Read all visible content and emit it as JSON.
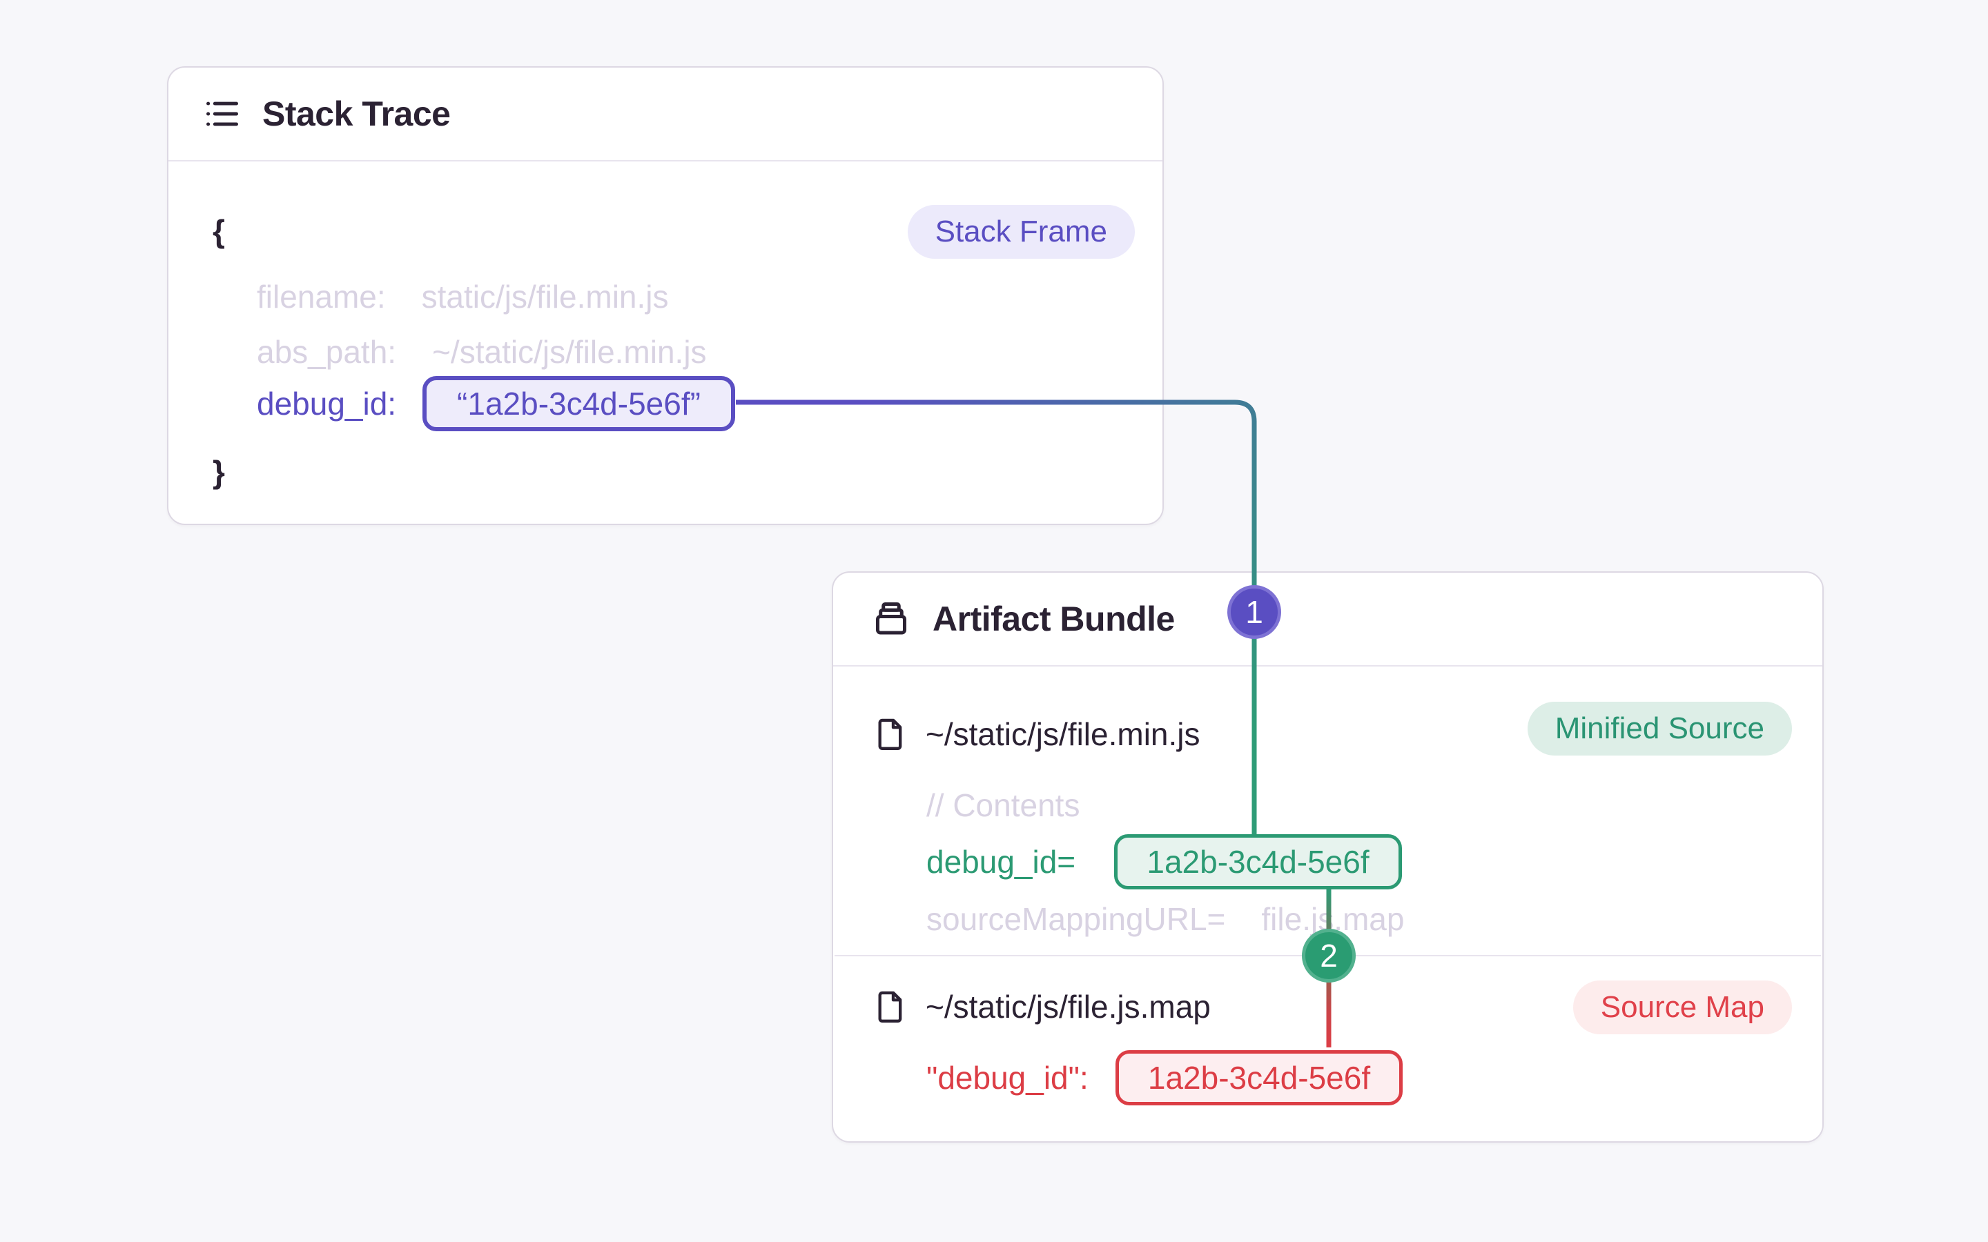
{
  "canvas": {
    "background": "#f7f7fa"
  },
  "stack_trace_card": {
    "title": "Stack Trace",
    "badge": {
      "label": "Stack Frame",
      "text_color": "#5a4ec2",
      "bg_color": "#eceafb"
    },
    "code": {
      "open_brace": "{",
      "fields": [
        {
          "key": "filename:",
          "value": "static/js/file.min.js"
        },
        {
          "key": "abs_path:",
          "value": "~/static/js/file.min.js"
        }
      ],
      "debug_id": {
        "key": "debug_id:",
        "value": "“1a2b-3c4d-5e6f”"
      },
      "close_brace": "}"
    }
  },
  "artifact_bundle_card": {
    "title": "Artifact Bundle",
    "files": [
      {
        "name": "~/static/js/file.min.js",
        "badge": {
          "label": "Minified Source",
          "text_color": "#2a9473",
          "bg_color": "#ddeee7"
        },
        "comment": "// Contents",
        "debug_id": {
          "key": "debug_id=",
          "value": "1a2b-3c4d-5e6f"
        },
        "source_mapping": {
          "key": "sourceMappingURL=",
          "value": "file.js.map"
        }
      },
      {
        "name": "~/static/js/file.js.map",
        "badge": {
          "label": "Source Map",
          "text_color": "#e0414a",
          "bg_color": "#fdecec"
        },
        "debug_id": {
          "key": "\"debug_id\":",
          "value": "1a2b-3c4d-5e6f"
        }
      }
    ]
  },
  "connectors": {
    "step_1": {
      "label": "1",
      "fill": "#5a4ec2",
      "ring": "#7e72d4"
    },
    "step_2": {
      "label": "2",
      "fill": "#2a9c72",
      "ring": "#52b18e"
    },
    "line_1_gradient": [
      "#5a4ec2",
      "#2e9c77"
    ],
    "line_2_gradient": [
      "#2e9c77",
      "#86684f",
      "#cc4348",
      "#dc3d45"
    ]
  },
  "colors": {
    "dark_text": "#2b2233",
    "muted_code_text": "#d8d2e2",
    "card_border": "#ddd8e3",
    "purple_accent": "#5a4ec2",
    "green_accent": "#2b9a73",
    "red_accent": "#dc3d45"
  }
}
